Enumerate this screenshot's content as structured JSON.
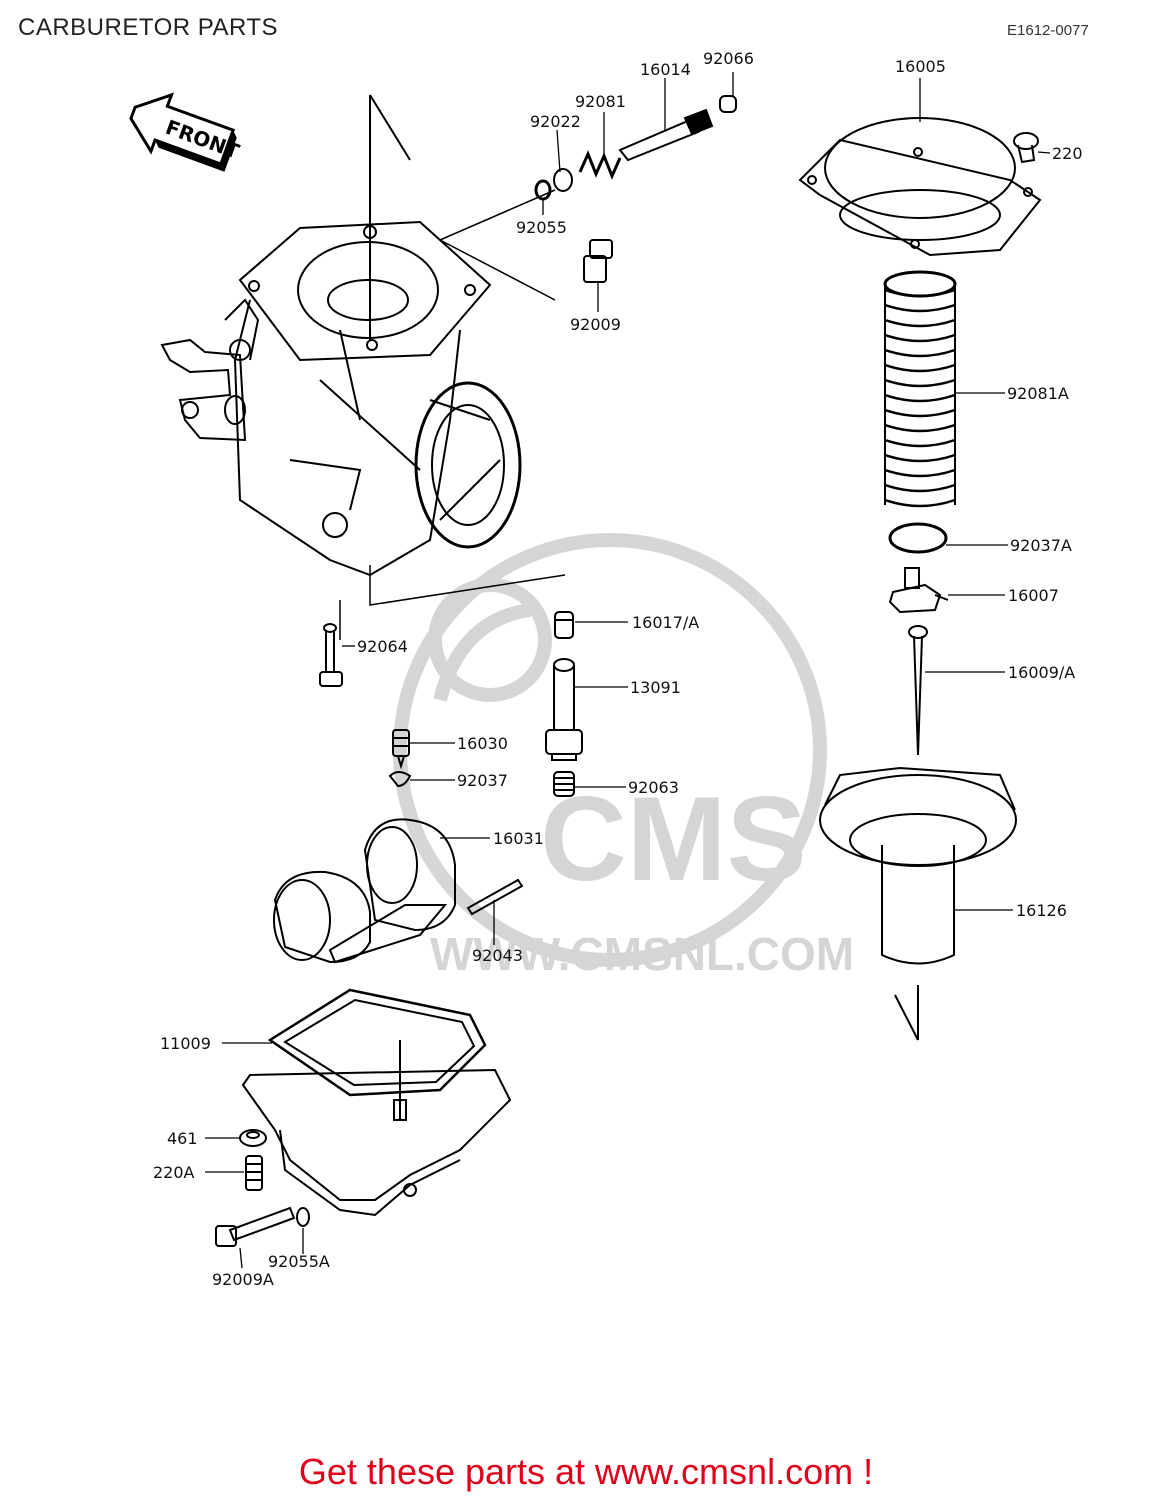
{
  "header": {
    "title": "CARBURETOR PARTS",
    "diagram_code": "E1612-0077"
  },
  "arrow": {
    "text": "FRONT"
  },
  "watermark": {
    "brand": "CMS",
    "url": "WWW.CMSNL.COM"
  },
  "parts": [
    {
      "id": "p16014",
      "label": "16014"
    },
    {
      "id": "p92066",
      "label": "92066"
    },
    {
      "id": "p92081",
      "label": "92081"
    },
    {
      "id": "p92022",
      "label": "92022"
    },
    {
      "id": "p92055",
      "label": "92055"
    },
    {
      "id": "p92009",
      "label": "92009"
    },
    {
      "id": "p16005",
      "label": "16005"
    },
    {
      "id": "p220",
      "label": "220"
    },
    {
      "id": "p92081A",
      "label": "92081A"
    },
    {
      "id": "p92037A",
      "label": "92037A"
    },
    {
      "id": "p16007",
      "label": "16007"
    },
    {
      "id": "p16009A",
      "label": "16009/A"
    },
    {
      "id": "p16017A",
      "label": "16017/A"
    },
    {
      "id": "p92064",
      "label": "92064"
    },
    {
      "id": "p13091",
      "label": "13091"
    },
    {
      "id": "p16030",
      "label": "16030"
    },
    {
      "id": "p92037",
      "label": "92037"
    },
    {
      "id": "p92063",
      "label": "92063"
    },
    {
      "id": "p16031",
      "label": "16031"
    },
    {
      "id": "p92043",
      "label": "92043"
    },
    {
      "id": "p16126",
      "label": "16126"
    },
    {
      "id": "p11009",
      "label": "11009"
    },
    {
      "id": "p461",
      "label": "461"
    },
    {
      "id": "p220A",
      "label": "220A"
    },
    {
      "id": "p92055A",
      "label": "92055A"
    },
    {
      "id": "p92009A",
      "label": "92009A"
    }
  ],
  "footer": {
    "text": "Get these parts at www.cmsnl.com !"
  }
}
